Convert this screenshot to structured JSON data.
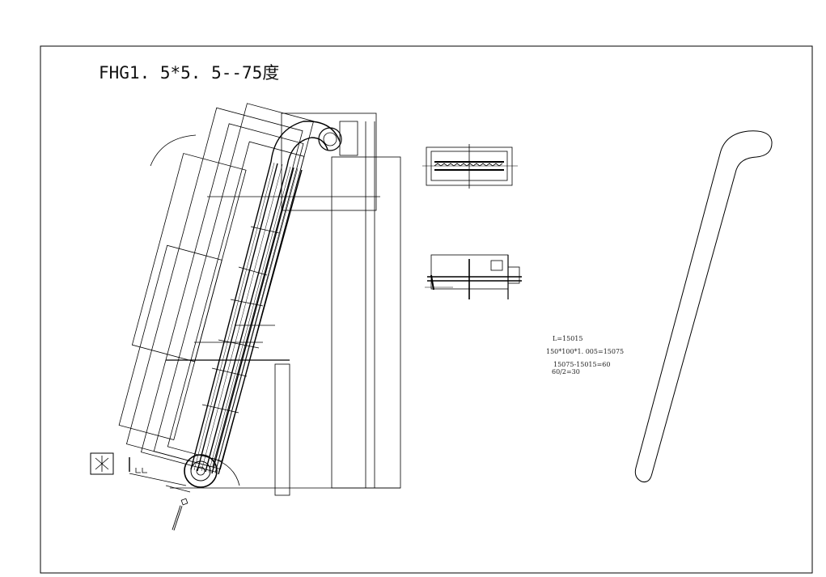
{
  "drawing": {
    "title": "FHG1. 5*5. 5--75度",
    "calculations": [
      "L=15015",
      "150*100*1. 005=15075",
      "15075-15015=60",
      "60/2=30"
    ]
  }
}
